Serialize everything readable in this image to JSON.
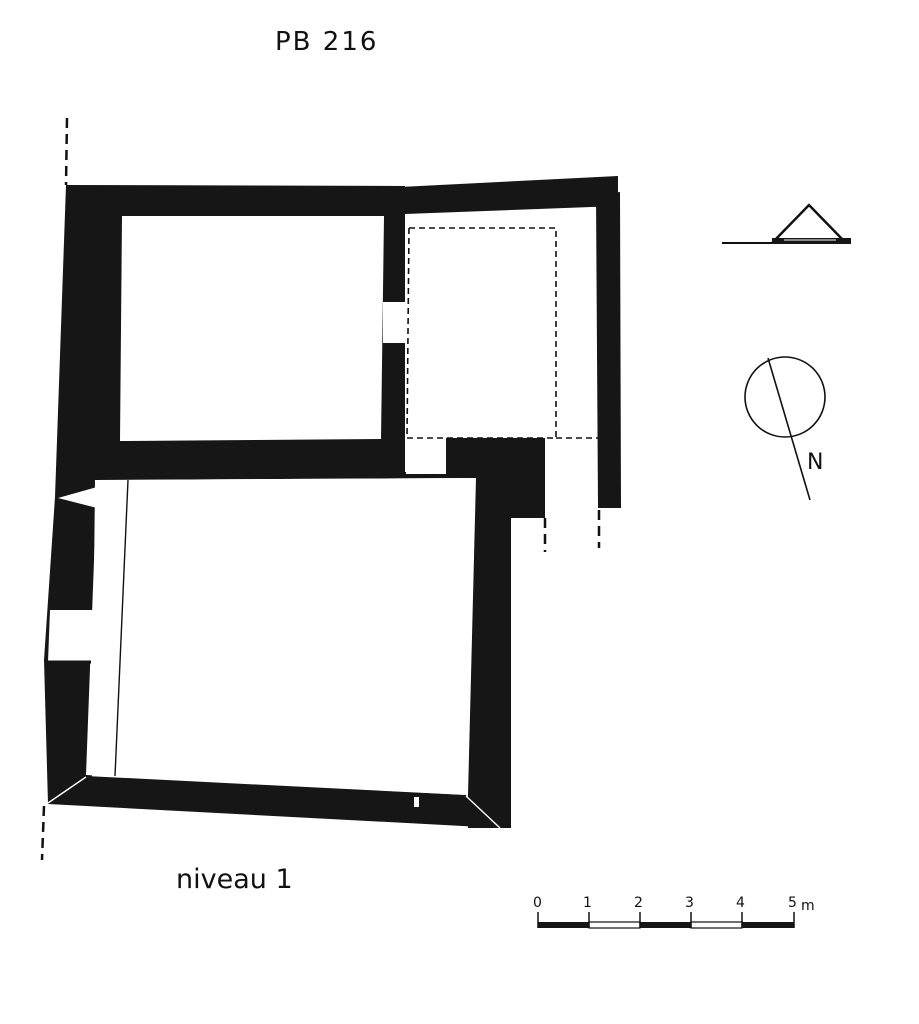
{
  "title": "PB 216",
  "level_label": "niveau 1",
  "north_label": "N",
  "scale": {
    "ticks": [
      "0",
      "1",
      "2",
      "3",
      "4",
      "5"
    ],
    "unit": "m"
  },
  "colors": {
    "wall": "#161616",
    "paper": "#ffffff",
    "line": "#111111"
  },
  "symbols": {
    "elevation_marker": "triangle-on-line-icon",
    "north_arrow": "circle-north-arrow-icon"
  }
}
